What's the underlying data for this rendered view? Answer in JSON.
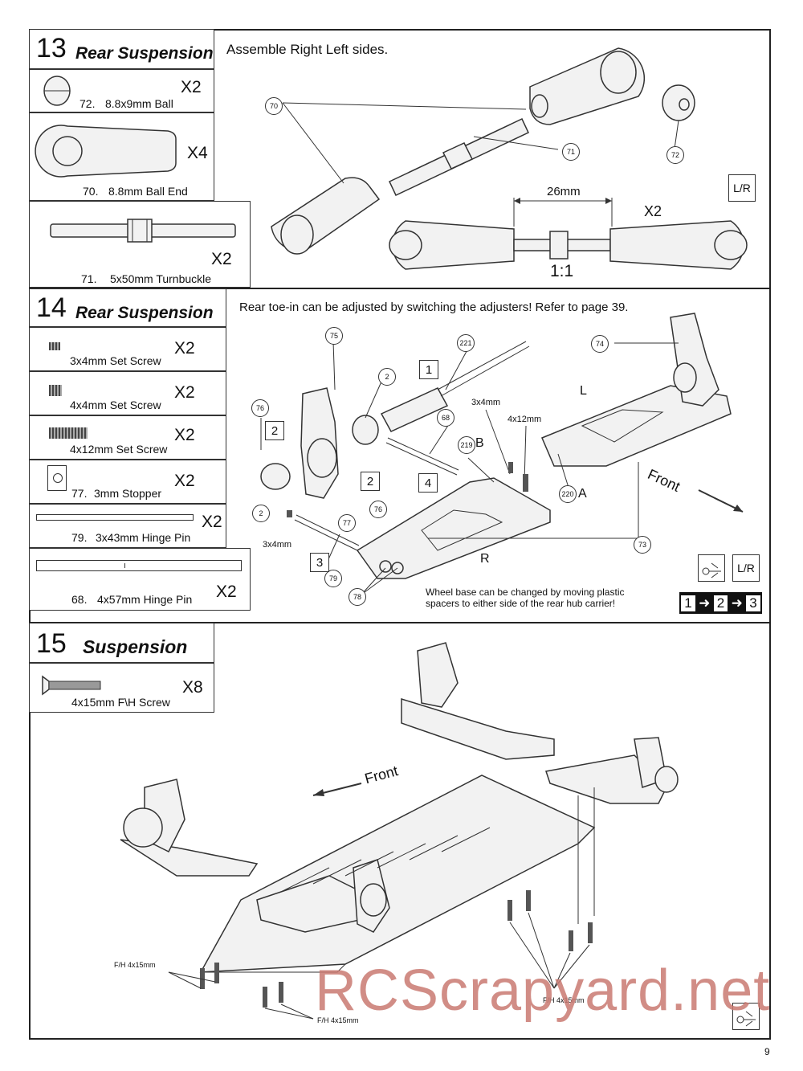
{
  "page_number": "9",
  "watermark": "RCScrapyard.net",
  "step13": {
    "number": "13",
    "title": "Rear Suspension",
    "instruction": "Assemble Right Left sides.",
    "parts": [
      {
        "id": "72.",
        "name": "8.8x9mm Ball",
        "qty": "X2"
      },
      {
        "id": "70.",
        "name": "8.8mm Ball End",
        "qty": "X4"
      },
      {
        "id": "71.",
        "name": "5x50mm Turnbuckle",
        "qty": "X2"
      }
    ],
    "callouts": [
      "70",
      "71",
      "72"
    ],
    "dimension": "26mm",
    "assembly_qty": "X2",
    "scale": "1:1",
    "lr_icon": "L/R"
  },
  "step14": {
    "number": "14",
    "title": "Rear Suspension",
    "instruction": "Rear toe-in can be adjusted by switching the adjusters! Refer to page 39.",
    "parts": [
      {
        "name": "3x4mm Set Screw",
        "qty": "X2"
      },
      {
        "name": "4x4mm Set Screw",
        "qty": "X2"
      },
      {
        "name": "4x12mm Set Screw",
        "qty": "X2"
      },
      {
        "id": "77.",
        "name": "3mm Stopper",
        "qty": "X2"
      },
      {
        "id": "79.",
        "name": "3x43mm Hinge Pin",
        "qty": "X2"
      },
      {
        "id": "68.",
        "name": "4x57mm Hinge Pin",
        "qty": "X2"
      }
    ],
    "callouts": [
      "75",
      "221",
      "74",
      "76",
      "2",
      "68",
      "219",
      "220",
      "77",
      "76",
      "2",
      "78",
      "79",
      "73"
    ],
    "sequence_boxes": [
      "1",
      "2",
      "2",
      "3",
      "4"
    ],
    "labels": {
      "b": "B",
      "a": "A",
      "l": "L",
      "r": "R",
      "front": "Front",
      "screw_a": "3x4mm",
      "screw_b": "4x12mm",
      "screw_c": "3x4mm"
    },
    "wheelbase_note_1": "Wheel base can be changed by moving plastic",
    "wheelbase_note_2": "spacers to either side of the rear hub carrier!",
    "order": [
      "1",
      "2",
      "3"
    ],
    "lr_icon": "L/R"
  },
  "step15": {
    "number": "15",
    "title": "Suspension",
    "parts": [
      {
        "name": "4x15mm F\\H Screw",
        "qty": "X8"
      }
    ],
    "front": "Front",
    "screw_labels": [
      "F/H 4x15mm",
      "F/H 4x15mm",
      "F/H 4x15mm"
    ]
  }
}
